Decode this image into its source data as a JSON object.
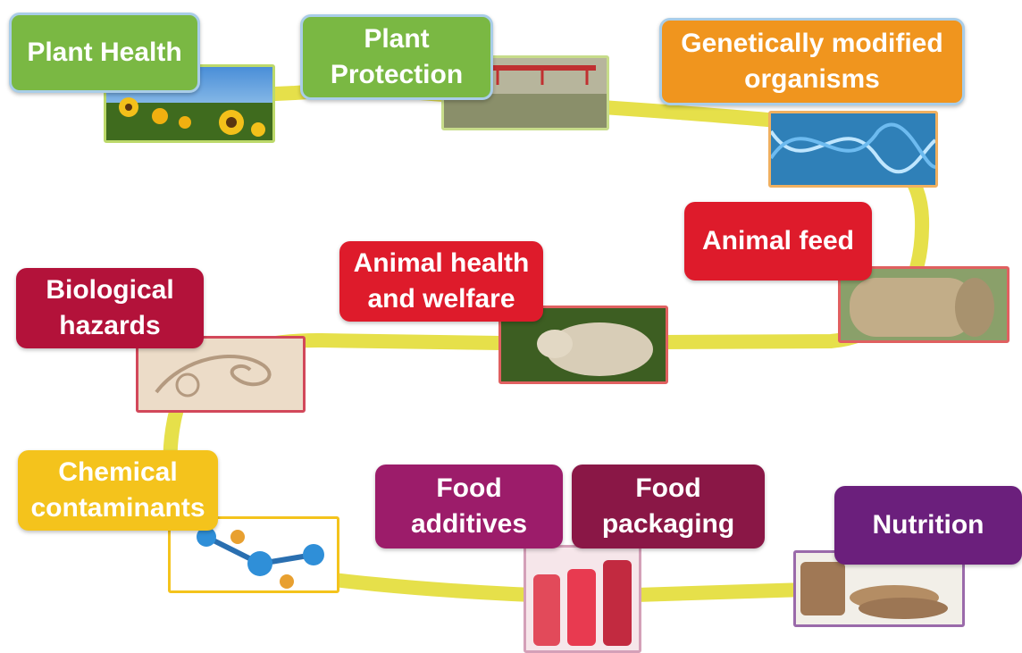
{
  "topics": {
    "plant_health": "Plant Health",
    "plant_protection": "Plant\nProtection",
    "gmo": "Genetically modified\norganisms",
    "animal_feed": "Animal feed",
    "animal_health": "Animal health\nand welfare",
    "biological_hazards": "Biological\nhazards",
    "chemical_contaminants": "Chemical\ncontaminants",
    "food_additives": "Food\nadditives",
    "food_packaging": "Food\npackaging",
    "nutrition": "Nutrition"
  },
  "colors": {
    "path": "#e6e04a",
    "green": "#7ab843",
    "orange": "#f0951e",
    "red": "#de1b2b",
    "crimson": "#b3123a",
    "yellow": "#f4c31c",
    "magenta": "#9c1c6a",
    "maroon": "#8a1746",
    "purple": "#6b1f7c"
  },
  "icons": {
    "plant_health": "sunflower-field-image",
    "plant_protection": "crop-sprayer-image",
    "gmo": "dna-helix-image",
    "animal_feed": "hay-bale-image",
    "animal_health": "sheep-image",
    "biological_hazards": "parasite-worm-image",
    "chemical_contaminants": "molecule-model-image",
    "food_packaging": "bottled-drinks-image",
    "nutrition": "bread-slices-image"
  }
}
